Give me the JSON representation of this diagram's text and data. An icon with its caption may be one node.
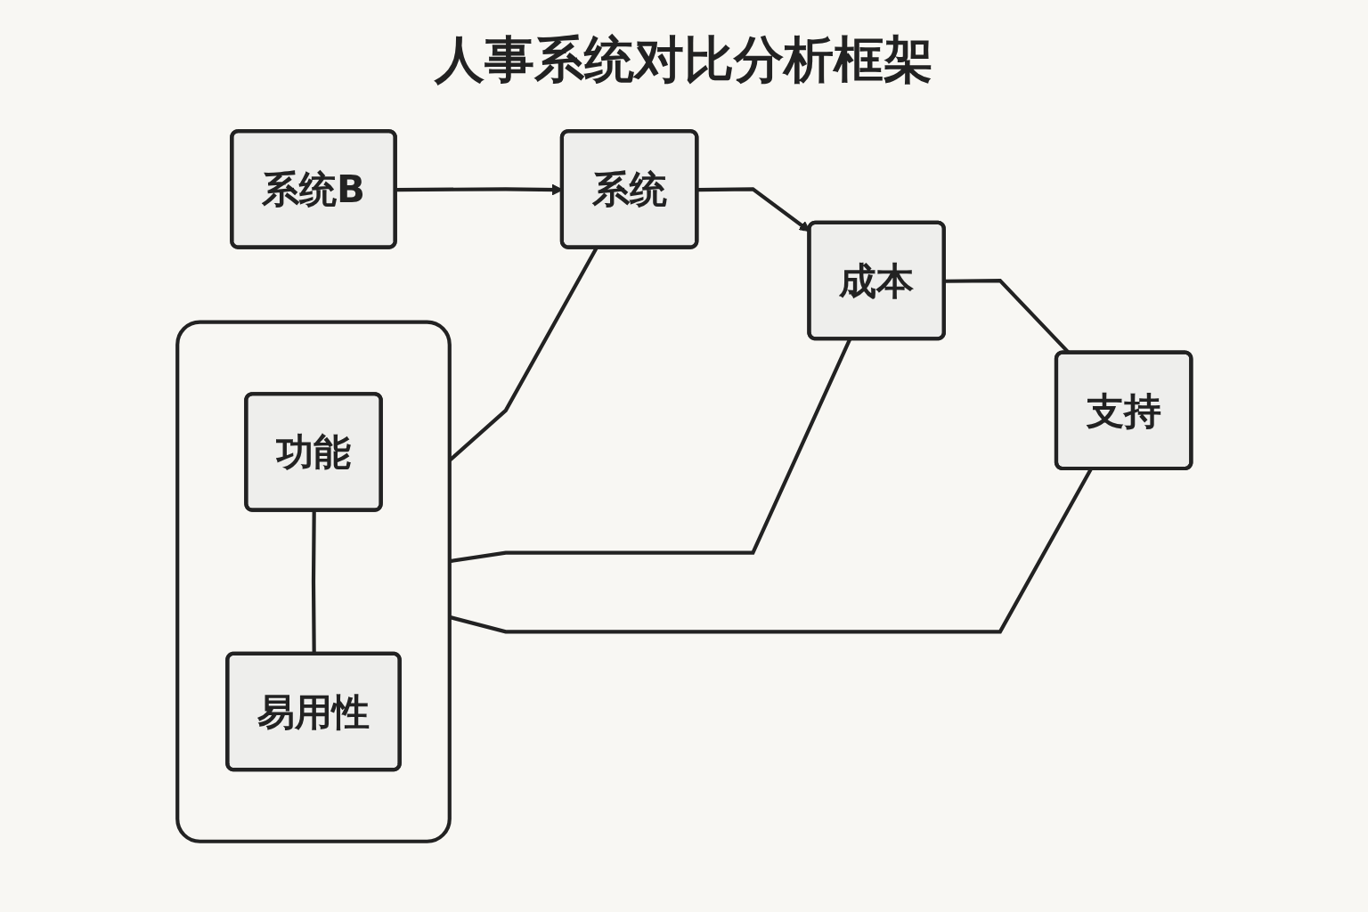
{
  "diagram": {
    "title": "人事系统对比分析框架",
    "nodes": [
      {
        "text": [],
        "shape": "box"
      },
      {
        "text": [
          "功能"
        ],
        "in": 0
      },
      {
        "text": [
          "易用性"
        ],
        "in": 0
      },
      {
        "text": [
          "系统"
        ]
      },
      {
        "text": [
          "系统B"
        ]
      },
      {
        "text": [
          "成本"
        ]
      },
      {
        "text": [
          "支持"
        ]
      }
    ],
    "edges": [
      {
        "from": 1,
        "to": 2,
        "arrow": "none"
      },
      {
        "from": 0,
        "to": 3,
        "arrow": "none"
      },
      {
        "from": 4,
        "to": 3,
        "arrow": "to"
      },
      {
        "from": 3,
        "to": 5,
        "arrow": "to"
      },
      {
        "from": 0,
        "to": 5,
        "arrow": "none"
      },
      {
        "from": 5,
        "to": 6,
        "arrow": "none"
      },
      {
        "from": 0,
        "to": 6,
        "arrow": "none"
      }
    ]
  }
}
